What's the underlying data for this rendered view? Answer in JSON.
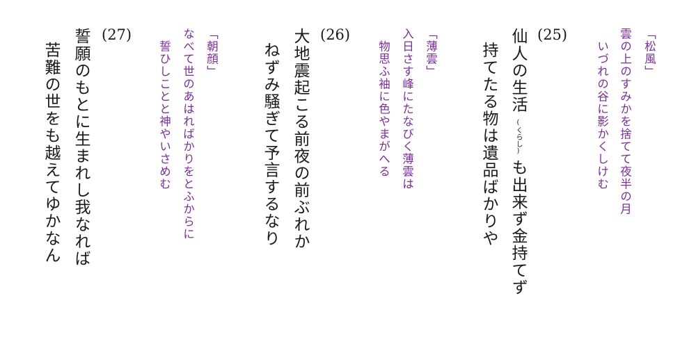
{
  "poems": [
    {
      "number": "(25)",
      "line1_a": "仙人の生活",
      "line1_ruby": "(くらし)",
      "line1_b": "も出来ず金持てず",
      "line2": "持てたる物は遺品ばかりや",
      "ref_title": "「松風」",
      "ref_line1": "雲の上のすみかを捨てて夜半の月",
      "ref_line2": "いづれの谷に影かくしけむ"
    },
    {
      "number": "(26)",
      "line1": "大地震起こる前夜の前ぶれか",
      "line2": "ねずみ騒ぎて予言するなり",
      "ref_title": "「薄雲」",
      "ref_line1": "入日さす峰にたなびく薄雲は",
      "ref_line2": "物思ふ袖に色やまがへる"
    },
    {
      "number": "(27)",
      "line1": "誓願のもとに生まれし我なれば",
      "line2": "苦難の世をも越えてゆかなん",
      "ref_title": "「朝顔」",
      "ref_line1": "なべて世のあはればかりをとふからに",
      "ref_line2": "誓ひしことと神やいさめむ"
    }
  ],
  "colors": {
    "reference_text": "#7a2e98",
    "poem_text": "#1a1a1a"
  }
}
